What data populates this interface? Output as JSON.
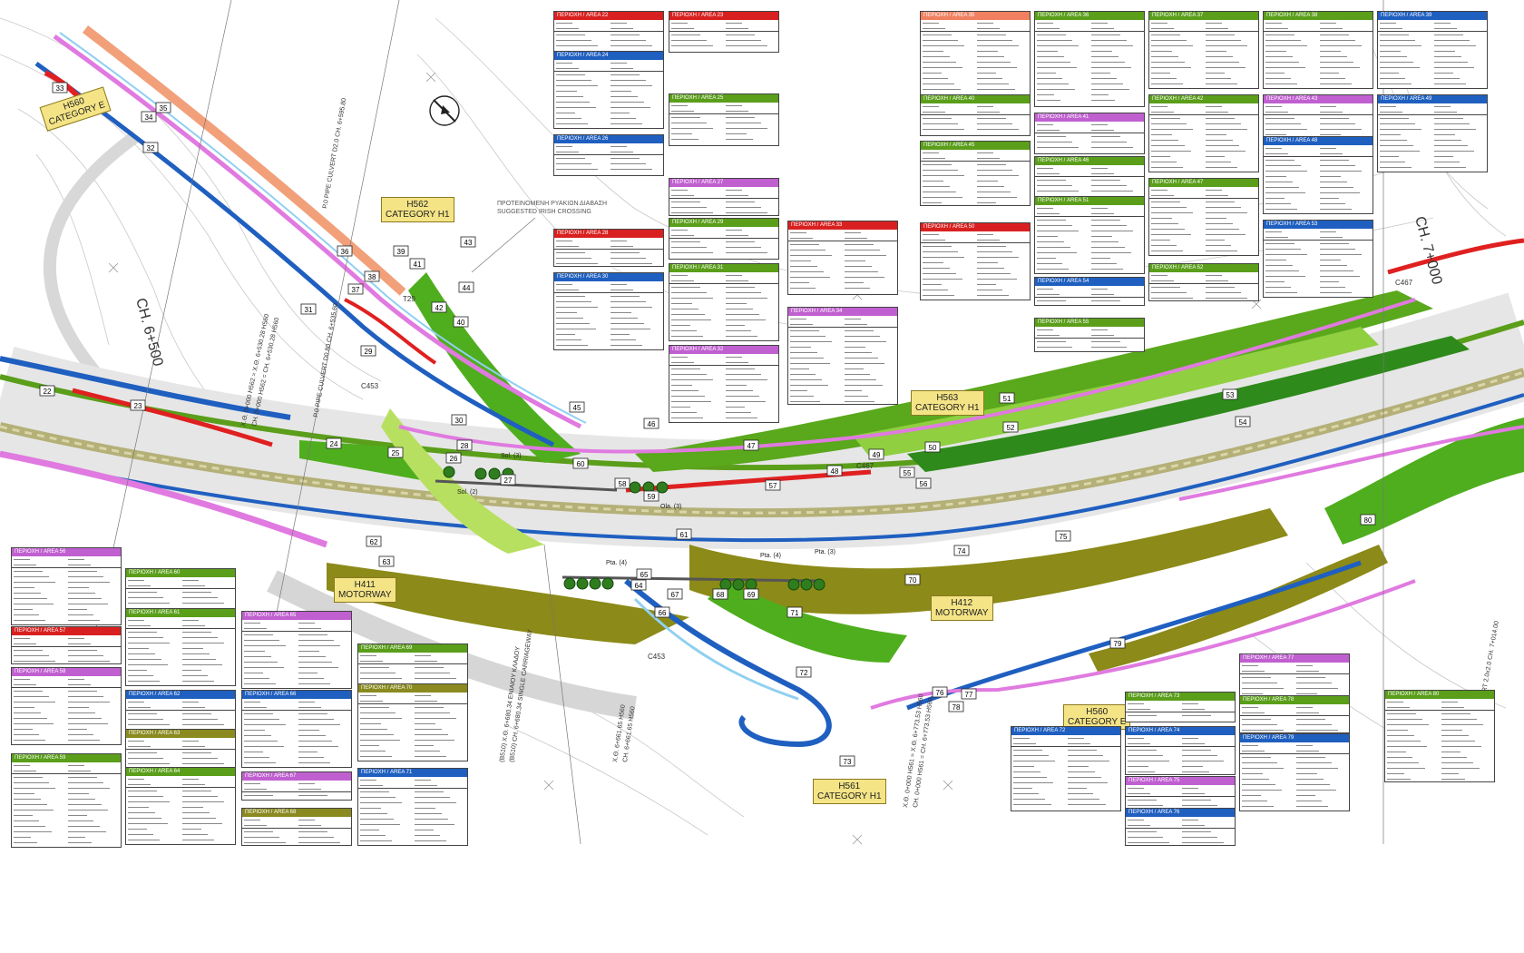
{
  "chainages": {
    "ch_6500": "CH. 6+500",
    "ch_7000": "CH. 7+000"
  },
  "callouts": {
    "h560_top": [
      "H560",
      "CATEGORY E"
    ],
    "h562": [
      "H562",
      "CATEGORY H1"
    ],
    "h563": [
      "H563",
      "CATEGORY H1"
    ],
    "h411": [
      "H411",
      "MOTORWAY"
    ],
    "h412": [
      "H412",
      "MOTORWAY"
    ],
    "h560_bottom": [
      "H560",
      "CATEGORY E"
    ],
    "h561": [
      "H561",
      "CATEGORY H1"
    ]
  },
  "crossing_note": [
    "ΠΡΟΤΕΙΝΟΜΕΝΗ ΡΥΑΚΙΩΝ ΔΙΑΒΑΣΗ",
    "SUGGESTED IRISH CROSSING"
  ],
  "culverts": {
    "c453_top": "C453",
    "c453_bottom": "C453",
    "c467_mid": "C467",
    "c467_right": "C467",
    "t29": "T29",
    "box_culvert": "C470 BOX CULVERT 2.0x2.0  CH. 7+014.00",
    "pipe_culvert_a": "P.0 PIPE CULVERT D2.0  CH. 6+595.80",
    "pipe_culvert_b": "P.0 PIPE CULVERT D0.80  CH. 6+535.60"
  },
  "road_labels": {
    "rot_a": "Χ.Θ. 0+000 H562 = Χ.Θ. 6+530.28 H560",
    "rot_b": "CH. 0+000 H562 = CH. 6+530.28 H560",
    "rot_c": "(Β510) Χ.Θ. 6+680.34 ΕΝΙΑΙΟΥ ΚΛΑΔΟΥ",
    "rot_d": "(Β510) CH. 6+680.34 SINGLE CARRIAGEWAY",
    "rot_e": "Χ.Θ. 6+661.65 H560",
    "rot_f": "CH. 6+661.65 H560",
    "rot_g": "Χ.Θ. 0+000 H561 = Χ.Θ. 6+773.53 H560",
    "rot_h": "CH. 0+000 H561 = CH. 6+773.53 H560"
  },
  "structures": {
    "sol2": "Sol. (2)",
    "sol3": "Sol. (3)",
    "ola3": "Ola. (3)",
    "pta4a": "Pta. (4)",
    "pta4b": "Pta. (4)",
    "pta3": "Pta. (3)"
  },
  "area_numbers": [
    "22",
    "23",
    "24",
    "25",
    "26",
    "27",
    "28",
    "29",
    "30",
    "31",
    "32",
    "33",
    "34",
    "35",
    "36",
    "37",
    "38",
    "39",
    "40",
    "41",
    "42",
    "43",
    "44",
    "45",
    "46",
    "47",
    "48",
    "49",
    "50",
    "51",
    "52",
    "53",
    "54",
    "55",
    "56",
    "57",
    "58",
    "59",
    "60",
    "61",
    "62",
    "63",
    "64",
    "65",
    "66",
    "67",
    "68",
    "69",
    "70",
    "71",
    "72",
    "73",
    "74",
    "75",
    "76",
    "77",
    "78",
    "79",
    "80"
  ],
  "schedule_tables": [
    {
      "title": "ΠΕΡΙΟΧΗ / AREA 22",
      "color": "#d92020"
    },
    {
      "title": "ΠΕΡΙΟΧΗ / AREA 23",
      "color": "#d92020"
    },
    {
      "title": "ΠΕΡΙΟΧΗ / AREA 24",
      "color": "#1f5fc0"
    },
    {
      "title": "ΠΕΡΙΟΧΗ / AREA 25",
      "color": "#5a9e1a"
    },
    {
      "title": "ΠΕΡΙΟΧΗ / AREA 26",
      "color": "#1f5fc0"
    },
    {
      "title": "ΠΕΡΙΟΧΗ / AREA 27",
      "color": "#c060d0"
    },
    {
      "title": "ΠΕΡΙΟΧΗ / AREA 28",
      "color": "#d92020"
    },
    {
      "title": "ΠΕΡΙΟΧΗ / AREA 29",
      "color": "#5a9e1a"
    },
    {
      "title": "ΠΕΡΙΟΧΗ / AREA 30",
      "color": "#1f5fc0"
    },
    {
      "title": "ΠΕΡΙΟΧΗ / AREA 31",
      "color": "#5a9e1a"
    },
    {
      "title": "ΠΕΡΙΟΧΗ / AREA 32",
      "color": "#c060d0"
    },
    {
      "title": "ΠΕΡΙΟΧΗ / AREA 33",
      "color": "#d92020"
    },
    {
      "title": "ΠΕΡΙΟΧΗ / AREA 34",
      "color": "#c060d0"
    },
    {
      "title": "ΠΕΡΙΟΧΗ / AREA 35",
      "color": "#f08060"
    },
    {
      "title": "ΠΕΡΙΟΧΗ / AREA 36",
      "color": "#5a9e1a"
    },
    {
      "title": "ΠΕΡΙΟΧΗ / AREA 37",
      "color": "#5a9e1a"
    },
    {
      "title": "ΠΕΡΙΟΧΗ / AREA 38",
      "color": "#5a9e1a"
    },
    {
      "title": "ΠΕΡΙΟΧΗ / AREA 39",
      "color": "#1f5fc0"
    },
    {
      "title": "ΠΕΡΙΟΧΗ / AREA 40",
      "color": "#5a9e1a"
    },
    {
      "title": "ΠΕΡΙΟΧΗ / AREA 41",
      "color": "#c060d0"
    },
    {
      "title": "ΠΕΡΙΟΧΗ / AREA 42",
      "color": "#5a9e1a"
    },
    {
      "title": "ΠΕΡΙΟΧΗ / AREA 43",
      "color": "#c060d0"
    },
    {
      "title": "ΠΕΡΙΟΧΗ / AREA 44",
      "color": "#5a9e1a"
    },
    {
      "title": "ΠΕΡΙΟΧΗ / AREA 45",
      "color": "#5a9e1a"
    },
    {
      "title": "ΠΕΡΙΟΧΗ / AREA 46",
      "color": "#5a9e1a"
    },
    {
      "title": "ΠΕΡΙΟΧΗ / AREA 47",
      "color": "#5a9e1a"
    },
    {
      "title": "ΠΕΡΙΟΧΗ / AREA 48",
      "color": "#1f5fc0"
    },
    {
      "title": "ΠΕΡΙΟΧΗ / AREA 49",
      "color": "#1f5fc0"
    },
    {
      "title": "ΠΕΡΙΟΧΗ / AREA 50",
      "color": "#d92020"
    },
    {
      "title": "ΠΕΡΙΟΧΗ / AREA 51",
      "color": "#5a9e1a"
    },
    {
      "title": "ΠΕΡΙΟΧΗ / AREA 52",
      "color": "#5a9e1a"
    },
    {
      "title": "ΠΕΡΙΟΧΗ / AREA 53",
      "color": "#1f5fc0"
    },
    {
      "title": "ΠΕΡΙΟΧΗ / AREA 54",
      "color": "#1f5fc0"
    },
    {
      "title": "ΠΕΡΙΟΧΗ / AREA 55",
      "color": "#5a9e1a"
    },
    {
      "title": "ΠΕΡΙΟΧΗ / AREA 56",
      "color": "#c060d0"
    },
    {
      "title": "ΠΕΡΙΟΧΗ / AREA 57",
      "color": "#d92020"
    },
    {
      "title": "ΠΕΡΙΟΧΗ / AREA 58",
      "color": "#c060d0"
    },
    {
      "title": "ΠΕΡΙΟΧΗ / AREA 59",
      "color": "#5a9e1a"
    },
    {
      "title": "ΠΕΡΙΟΧΗ / AREA 60",
      "color": "#5a9e1a"
    },
    {
      "title": "ΠΕΡΙΟΧΗ / AREA 61",
      "color": "#5a9e1a"
    },
    {
      "title": "ΠΕΡΙΟΧΗ / AREA 62",
      "color": "#1f5fc0"
    },
    {
      "title": "ΠΕΡΙΟΧΗ / AREA 63",
      "color": "#8a8a20"
    },
    {
      "title": "ΠΕΡΙΟΧΗ / AREA 64",
      "color": "#5a9e1a"
    },
    {
      "title": "ΠΕΡΙΟΧΗ / AREA 65",
      "color": "#c060d0"
    },
    {
      "title": "ΠΕΡΙΟΧΗ / AREA 66",
      "color": "#1f5fc0"
    },
    {
      "title": "ΠΕΡΙΟΧΗ / AREA 67",
      "color": "#c060d0"
    },
    {
      "title": "ΠΕΡΙΟΧΗ / AREA 68",
      "color": "#8a8a20"
    },
    {
      "title": "ΠΕΡΙΟΧΗ / AREA 69",
      "color": "#5a9e1a"
    },
    {
      "title": "ΠΕΡΙΟΧΗ / AREA 70",
      "color": "#8a8a20"
    },
    {
      "title": "ΠΕΡΙΟΧΗ / AREA 71",
      "color": "#1f5fc0"
    },
    {
      "title": "ΠΕΡΙΟΧΗ / AREA 72",
      "color": "#1f5fc0"
    },
    {
      "title": "ΠΕΡΙΟΧΗ / AREA 73",
      "color": "#5a9e1a"
    },
    {
      "title": "ΠΕΡΙΟΧΗ / AREA 74",
      "color": "#1f5fc0"
    },
    {
      "title": "ΠΕΡΙΟΧΗ / AREA 75",
      "color": "#c060d0"
    },
    {
      "title": "ΠΕΡΙΟΧΗ / AREA 76",
      "color": "#1f5fc0"
    },
    {
      "title": "ΠΕΡΙΟΧΗ / AREA 77",
      "color": "#c060d0"
    },
    {
      "title": "ΠΕΡΙΟΧΗ / AREA 78",
      "color": "#5a9e1a"
    },
    {
      "title": "ΠΕΡΙΟΧΗ / AREA 79",
      "color": "#1f5fc0"
    },
    {
      "title": "ΠΕΡΙΟΧΗ / AREA 80",
      "color": "#5a9e1a"
    }
  ],
  "palette": {
    "green": "#4fae1e",
    "light_green": "#b8e060",
    "olive": "#8c8a18",
    "blue": "#1f5fc0",
    "light_blue": "#8fd0f0",
    "pink": "#e07ae0",
    "red": "#e02020",
    "salmon": "#f2a07a",
    "callout": "#f4e486"
  }
}
